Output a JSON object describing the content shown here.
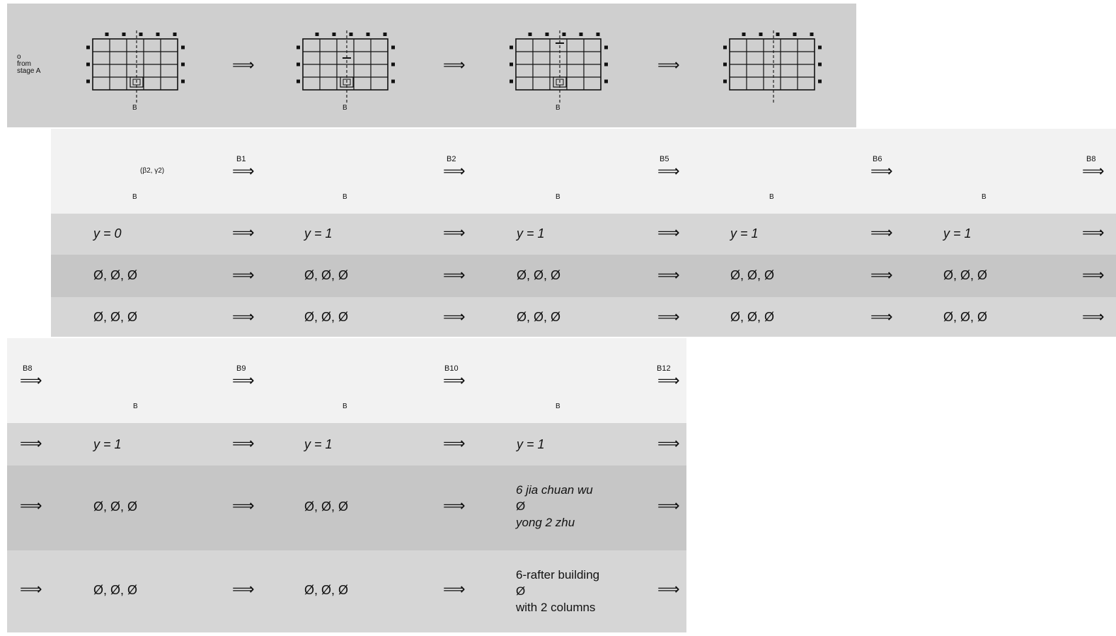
{
  "stage_a": {
    "origin_label": [
      "o",
      "from",
      "stage A"
    ],
    "axis_labels": [
      "B",
      "B",
      "B",
      ""
    ]
  },
  "arrow_glyph": "⟹",
  "block1": {
    "start": {
      "label": "(β2, γ2)",
      "axis": "B"
    },
    "step_labels": [
      "B1",
      "B2",
      "B5",
      "B6",
      "B8"
    ],
    "shape_axis_labels": [
      "B",
      "B",
      "B",
      "B"
    ],
    "y_row": [
      "y = 0",
      "y = 1",
      "y = 1",
      "y = 1",
      "y = 1"
    ],
    "row2": [
      "Ø, Ø, Ø",
      "Ø, Ø, Ø",
      "Ø, Ø, Ø",
      "Ø, Ø, Ø",
      "Ø, Ø, Ø"
    ],
    "row3": [
      "Ø, Ø, Ø",
      "Ø, Ø, Ø",
      "Ø, Ø, Ø",
      "Ø, Ø, Ø",
      "Ø, Ø, Ø"
    ]
  },
  "block2": {
    "step_labels": [
      "B8",
      "B9",
      "B10",
      "B12"
    ],
    "shape_axis_labels": [
      "B",
      "B",
      "B"
    ],
    "y_row": [
      "y = 1",
      "y = 1",
      "y = 1"
    ],
    "row2": [
      "Ø, Ø, Ø",
      "Ø, Ø, Ø"
    ],
    "row2_final": [
      "6 jia chuan wu",
      "Ø",
      "yong 2 zhu"
    ],
    "row3": [
      "Ø, Ø, Ø",
      "Ø, Ø, Ø"
    ],
    "row3_final": [
      "6-rafter building",
      "Ø",
      "with 2 columns"
    ]
  },
  "colors": {
    "band_light": "#f2f2f2",
    "band_mid": "#d6d6d6",
    "band_dark": "#c6c6c6",
    "band_top": "#cfcfcf"
  }
}
